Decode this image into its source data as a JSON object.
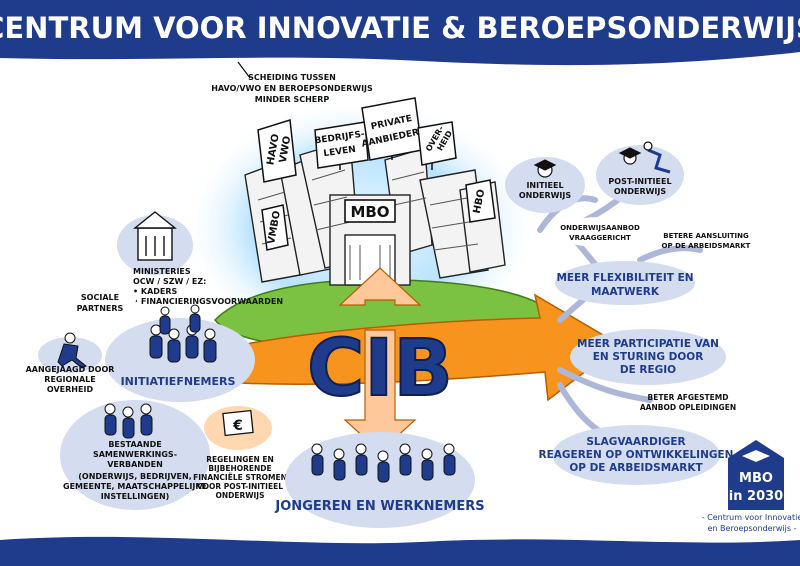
{
  "header": {
    "title": "CENTRUM VOOR INNOVATIE & BEROEPSONDERWIJS"
  },
  "center": {
    "label": "CIB"
  },
  "buildings": {
    "mbo": "MBO",
    "signs": {
      "havo_vwo": [
        "HAVO",
        "VWO"
      ],
      "vmbo": "VMBO",
      "hbo": "HBO",
      "bedrijfsleven": [
        "BEDRIJFS-",
        "LEVEN"
      ],
      "private": [
        "PRIVATE",
        "AANBIEDERS"
      ],
      "overheid": [
        "OVER-",
        "HEID"
      ]
    },
    "note": [
      "SCHEIDING TUSSEN",
      "HAVO/VWO EN BEROEPSONDERWIJS",
      "MINDER SCHERP"
    ]
  },
  "left": {
    "initiatiefnemers": "INITIATIEFNEMERS",
    "ministeries": [
      "MINISTERIES",
      "OCW / SZW / EZ:",
      "• KADERS",
      "• FINANCIERINGSVOORWAARDEN"
    ],
    "sociale_partners": [
      "SOCIALE",
      "PARTNERS"
    ],
    "regionale_overheid": [
      "AANGEJAAGD DOOR",
      "REGIONALE",
      "OVERHEID"
    ],
    "samenwerkingsverbanden": [
      "BESTAANDE",
      "SAMENWERKINGS-",
      "VERBANDEN",
      "(ONDERWIJS, BEDRIJVEN,",
      "GEMEENTE, MAATSCHAPPELIJKE",
      "INSTELLINGEN)"
    ],
    "regelingen": [
      "REGELINGEN EN",
      "BIJBEHORENDE",
      "FINANCIËLE STROMEN",
      "VOOR POST-INITIEEL",
      "ONDERWIJS"
    ]
  },
  "bottom": {
    "jongeren": "JONGEREN EN WERKNEMERS"
  },
  "right": {
    "initieel": [
      "INITIEEL",
      "ONDERWIJS"
    ],
    "post_initieel": [
      "POST-INITIEEL",
      "ONDERWIJS"
    ],
    "vraaggericht": [
      "ONDERWIJSAANBOD",
      "VRAAGGERICHT"
    ],
    "aansluiting": [
      "BETERE AANSLUITING",
      "OP DE ARBEIDSMARKT"
    ],
    "flexibiliteit": [
      "MEER FLEXIBILITEIT EN",
      "MAATWERK"
    ],
    "participatie": [
      "MEER PARTICIPATIE VAN",
      "EN STURING DOOR",
      "DE REGIO"
    ],
    "afgestemd": [
      "BETER AFGESTEMD",
      "AANBOD OPLEIDINGEN"
    ],
    "slagvaardiger": [
      "SLAGVAARDIGER",
      "REAGEREN OP ONTWIKKELINGEN",
      "OP DE ARBEIDSMARKT"
    ]
  },
  "logo": {
    "line1": "MBO",
    "line2": "in 2030"
  },
  "footer": [
    "- Centrum voor Innovatie",
    "en Beroepsonderwijs -"
  ]
}
